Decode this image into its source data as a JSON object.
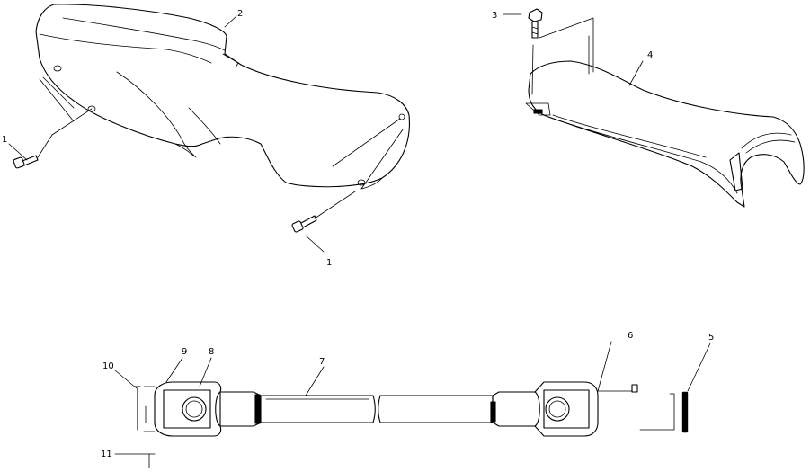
{
  "callouts": {
    "c1a": "1",
    "c1b": "1",
    "c2": "2",
    "c3": "3",
    "c4": "4",
    "c5": "5",
    "c6": "6",
    "c7": "7",
    "c8": "8",
    "c9": "9",
    "c10": "10",
    "c11": "11"
  }
}
